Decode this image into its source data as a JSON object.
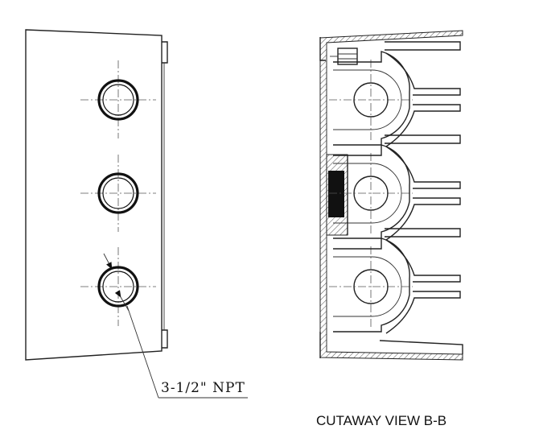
{
  "annotations": {
    "thread_callout": "3-1/2\" NPT",
    "view_title": "CUTAWAY VIEW B-B"
  },
  "views": {
    "front": {
      "port_count": 3
    },
    "cutaway": {
      "chamber_count": 3
    }
  }
}
